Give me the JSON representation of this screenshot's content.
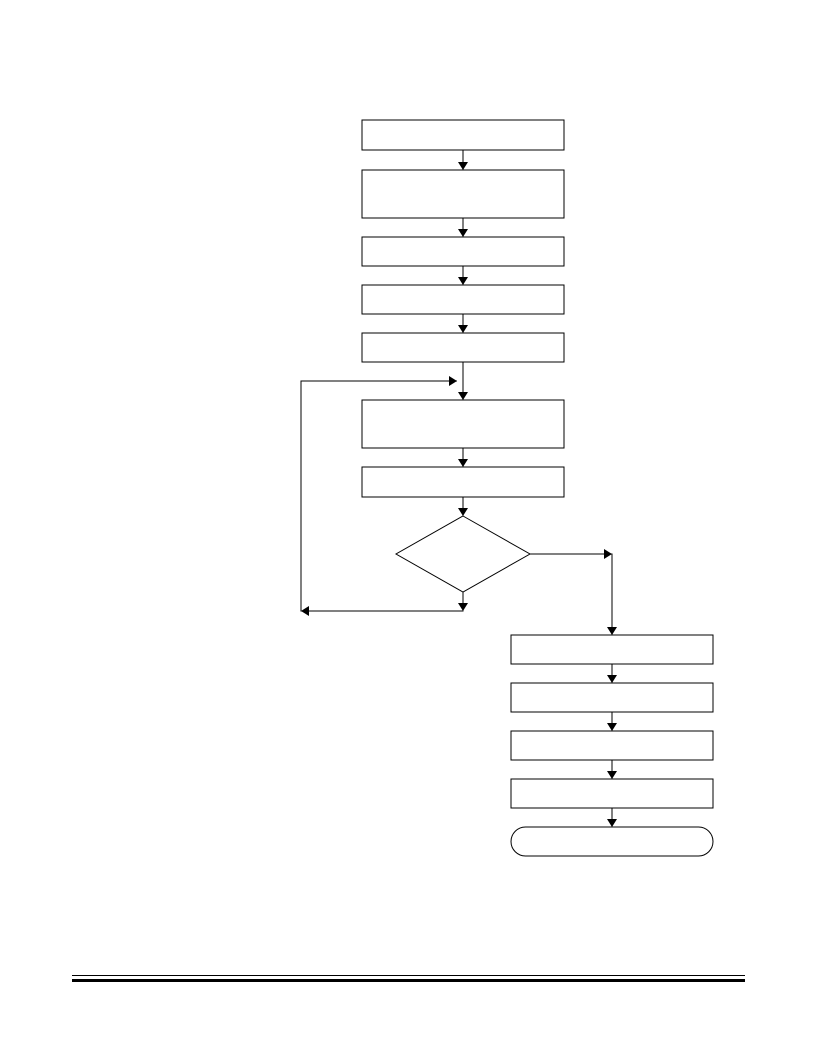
{
  "diagram": {
    "type": "flowchart",
    "colors": {
      "stroke": "#000000",
      "fill": "#ffffff",
      "background": "#ffffff"
    },
    "nodes": [
      {
        "id": "step-1",
        "shape": "process",
        "label": ""
      },
      {
        "id": "step-2",
        "shape": "process",
        "label": ""
      },
      {
        "id": "step-3",
        "shape": "process",
        "label": ""
      },
      {
        "id": "step-4",
        "shape": "process",
        "label": ""
      },
      {
        "id": "step-5",
        "shape": "process",
        "label": ""
      },
      {
        "id": "step-6",
        "shape": "process",
        "label": ""
      },
      {
        "id": "step-7",
        "shape": "process",
        "label": ""
      },
      {
        "id": "decision-1",
        "shape": "decision",
        "label": ""
      },
      {
        "id": "step-8",
        "shape": "process",
        "label": ""
      },
      {
        "id": "step-9",
        "shape": "process",
        "label": ""
      },
      {
        "id": "step-10",
        "shape": "process",
        "label": ""
      },
      {
        "id": "step-11",
        "shape": "process",
        "label": ""
      },
      {
        "id": "end",
        "shape": "terminator",
        "label": ""
      }
    ],
    "edges": [
      {
        "from": "step-1",
        "to": "step-2"
      },
      {
        "from": "step-2",
        "to": "step-3"
      },
      {
        "from": "step-3",
        "to": "step-4"
      },
      {
        "from": "step-4",
        "to": "step-5"
      },
      {
        "from": "step-5",
        "to": "step-6"
      },
      {
        "from": "step-6",
        "to": "step-7"
      },
      {
        "from": "step-7",
        "to": "decision-1"
      },
      {
        "from": "decision-1",
        "to": "step-6",
        "kind": "loop-back"
      },
      {
        "from": "decision-1",
        "to": "step-8",
        "kind": "branch-right"
      },
      {
        "from": "step-8",
        "to": "step-9"
      },
      {
        "from": "step-9",
        "to": "step-10"
      },
      {
        "from": "step-10",
        "to": "step-11"
      },
      {
        "from": "step-11",
        "to": "end"
      }
    ]
  }
}
